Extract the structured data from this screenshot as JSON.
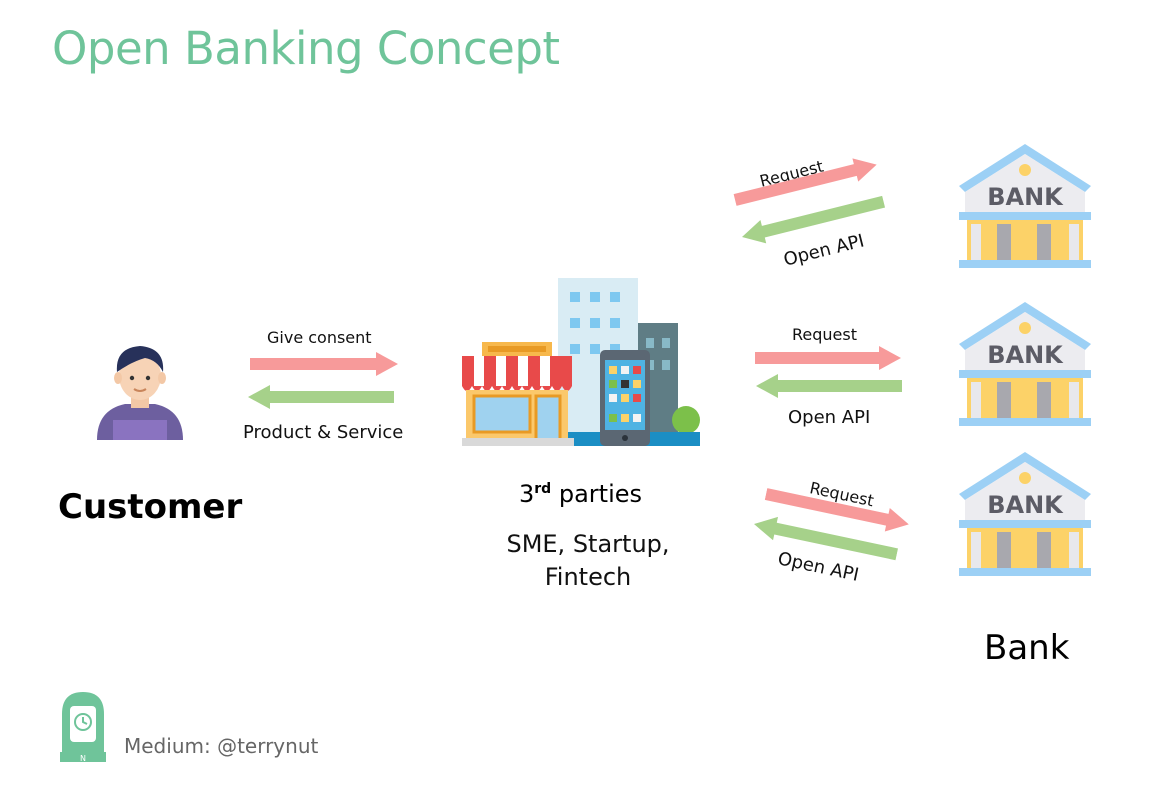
{
  "title": "Open Banking Concept",
  "customer": {
    "label": "Customer"
  },
  "customer_link": {
    "consent_label": "Give consent",
    "product_label": "Product & Service"
  },
  "third_party": {
    "label_main": "3",
    "label_sup": "rd",
    "label_rest": " parties",
    "line1": "SME, Startup,",
    "line2": "Fintech"
  },
  "bank_links": [
    {
      "request": "Request",
      "response": "Open API"
    },
    {
      "request": "Request",
      "response": "Open API"
    },
    {
      "request": "Request",
      "response": "Open API"
    }
  ],
  "bank": {
    "sign": "BANK",
    "label": "Bank"
  },
  "footer": {
    "logo_letter": "N",
    "credit": "Medium: @terrynut"
  },
  "colors": {
    "title": "#6fc49a",
    "request_arrow": "#f79a9a",
    "response_arrow": "#a6d18a",
    "bank_roof": "#9cd0f5",
    "bank_gold": "#fcd268",
    "bank_grey": "#a8a8ae"
  }
}
